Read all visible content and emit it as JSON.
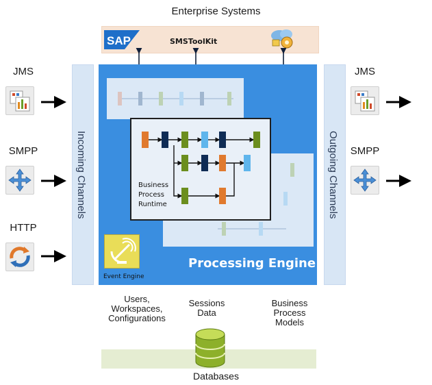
{
  "top_title": "Enterprise Systems",
  "enterprise": {
    "sap_label": "SAP",
    "toolkit_label": "SMSToolKit"
  },
  "incoming_channels_label": "Incoming Channels",
  "outgoing_channels_label": "Outgoing Channels",
  "incoming": [
    {
      "label": "JMS",
      "icon": "jms-icon"
    },
    {
      "label": "SMPP",
      "icon": "smpp-icon"
    },
    {
      "label": "HTTP",
      "icon": "http-icon"
    }
  ],
  "outgoing": [
    {
      "label": "JMS",
      "icon": "jms-icon"
    },
    {
      "label": "SMPP",
      "icon": "smpp-icon"
    }
  ],
  "engine": {
    "label": "Processing Engine",
    "runtime_lines": [
      "Business",
      "Process",
      "Runtime"
    ],
    "event_engine_label": "Event Engine"
  },
  "stores": [
    {
      "lines": [
        "Users,",
        "Workspaces,",
        "Configurations"
      ]
    },
    {
      "lines": [
        "Sessions",
        "Data"
      ]
    },
    {
      "lines": [
        "Business",
        "Process",
        "Models"
      ]
    }
  ],
  "databases_label": "Databases",
  "colors": {
    "engine_blue": "#3a8ee0",
    "channel_bar": "#d8e6f5",
    "enterprise_bar": "#f7e3d3",
    "database_bar": "#e5edd2",
    "node_orange": "#e07a2e",
    "node_navy": "#0f2c55",
    "node_olive": "#6b8e1e",
    "node_sky": "#5fb5ec"
  }
}
